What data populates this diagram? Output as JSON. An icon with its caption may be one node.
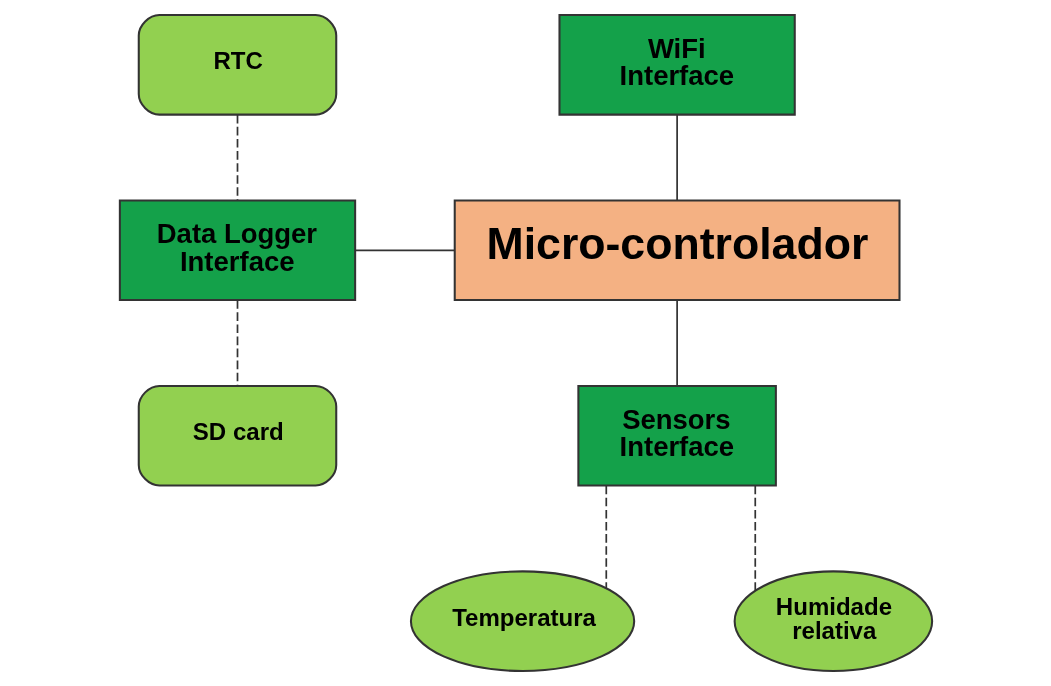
{
  "diagram": {
    "nodes": [
      {
        "text": [
          "WiFi Interface"
        ]
      },
      {
        "text": [
          "RTC"
        ]
      },
      {
        "text": [
          "Data Logger Interface"
        ]
      },
      {
        "text": [
          "Micro-controlador"
        ]
      },
      {
        "text": [
          "SD card"
        ]
      },
      {
        "text": [
          "Sensors Interface"
        ]
      },
      {
        "text": [
          "Temperatura"
        ]
      },
      {
        "text": [
          "Humidade relativa"
        ]
      }
    ],
    "edges": [
      {
        "from": 0,
        "to": 3,
        "arrow": "none"
      },
      {
        "from": 1,
        "to": 2,
        "arrow": "none",
        "style": "dashed"
      },
      {
        "from": 2,
        "to": 3,
        "arrow": "none"
      },
      {
        "from": 2,
        "to": 4,
        "arrow": "none",
        "style": "dashed"
      },
      {
        "from": 3,
        "to": 5,
        "arrow": "none"
      },
      {
        "from": 5,
        "to": 6,
        "arrow": "none",
        "style": "dashed"
      },
      {
        "from": 5,
        "to": 7,
        "arrow": "none",
        "style": "dashed"
      }
    ]
  }
}
